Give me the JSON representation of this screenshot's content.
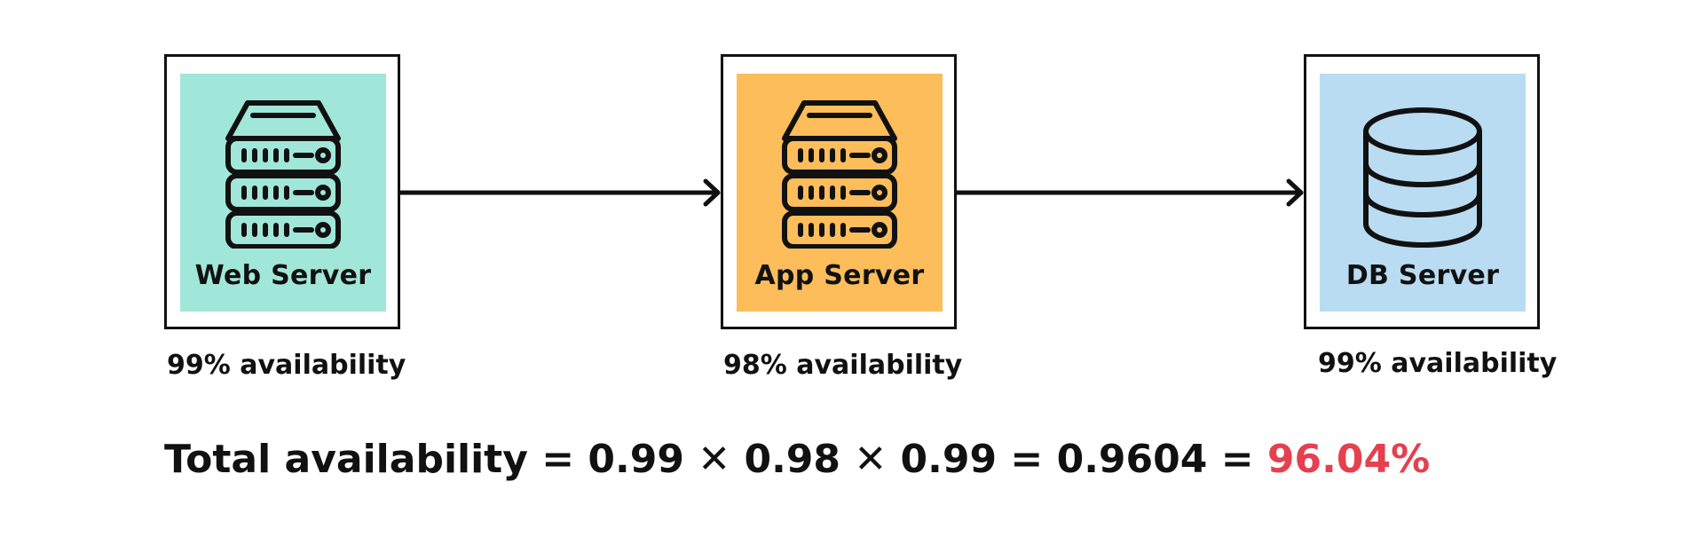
{
  "nodes": [
    {
      "label": "Web Server",
      "availability": "99% availability",
      "fill": "#a1e7d9",
      "icon": "server-stack-icon"
    },
    {
      "label": "App Server",
      "availability": "98% availability",
      "fill": "#fcbd5a",
      "icon": "server-stack-icon"
    },
    {
      "label": "DB Server",
      "availability": "99% availability",
      "fill": "#badcf2",
      "icon": "database-icon"
    }
  ],
  "formula": {
    "prefix": "Total availability = 0.99 ✕ 0.98 ✕ 0.99 = 0.9604 = ",
    "result": "96.04%",
    "result_color": "#e5404f"
  },
  "colors": {
    "stroke": "#111111",
    "background": "#ffffff"
  }
}
